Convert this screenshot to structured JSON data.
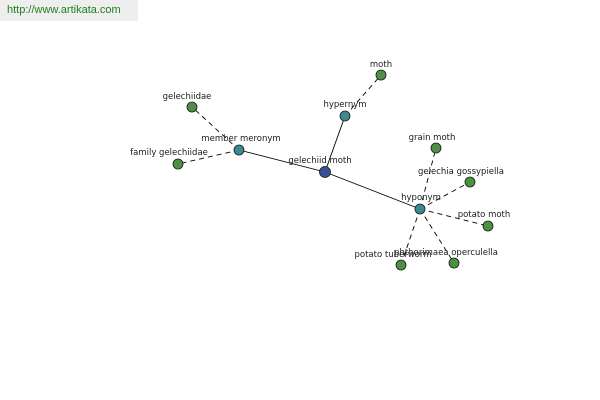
{
  "watermark": {
    "url": "http://www.artikata.com"
  },
  "graph": {
    "colors": {
      "center": "#3a4f97",
      "relation": "#3a8a8f",
      "leaf": "#4f8f45",
      "edge": "#000000"
    },
    "nodes": [
      {
        "id": "gelechiid-moth",
        "label": "gelechiid moth",
        "kind": "center"
      },
      {
        "id": "hypernym",
        "label": "hypernym",
        "kind": "relation"
      },
      {
        "id": "member-meronym",
        "label": "member meronym",
        "kind": "relation"
      },
      {
        "id": "hyponym",
        "label": "hyponym",
        "kind": "relation"
      },
      {
        "id": "moth",
        "label": "moth",
        "kind": "leaf"
      },
      {
        "id": "gelechiidae",
        "label": "gelechiidae",
        "kind": "leaf"
      },
      {
        "id": "family-gelechiidae",
        "label": "family gelechiidae",
        "kind": "leaf"
      },
      {
        "id": "grain-moth",
        "label": "grain moth",
        "kind": "leaf"
      },
      {
        "id": "gelechia-gossypiella",
        "label": "gelechia gossypiella",
        "kind": "leaf"
      },
      {
        "id": "potato-moth",
        "label": "potato moth",
        "kind": "leaf"
      },
      {
        "id": "phthorimaea-operculella",
        "label": "phthorimaea operculella",
        "kind": "leaf"
      },
      {
        "id": "potato-tuberworm",
        "label": "potato tuberworm",
        "kind": "leaf"
      }
    ],
    "edges": [
      {
        "from": "gelechiid-moth",
        "to": "hypernym",
        "style": "solid"
      },
      {
        "from": "gelechiid-moth",
        "to": "member-meronym",
        "style": "solid"
      },
      {
        "from": "gelechiid-moth",
        "to": "hyponym",
        "style": "solid"
      },
      {
        "from": "hypernym",
        "to": "moth",
        "style": "dashed"
      },
      {
        "from": "member-meronym",
        "to": "gelechiidae",
        "style": "dashed"
      },
      {
        "from": "member-meronym",
        "to": "family-gelechiidae",
        "style": "dashed"
      },
      {
        "from": "hyponym",
        "to": "grain-moth",
        "style": "dashed"
      },
      {
        "from": "hyponym",
        "to": "gelechia-gossypiella",
        "style": "dashed"
      },
      {
        "from": "hyponym",
        "to": "potato-moth",
        "style": "dashed"
      },
      {
        "from": "hyponym",
        "to": "phthorimaea-operculella",
        "style": "dashed"
      },
      {
        "from": "hyponym",
        "to": "potato-tuberworm",
        "style": "dashed"
      }
    ]
  }
}
